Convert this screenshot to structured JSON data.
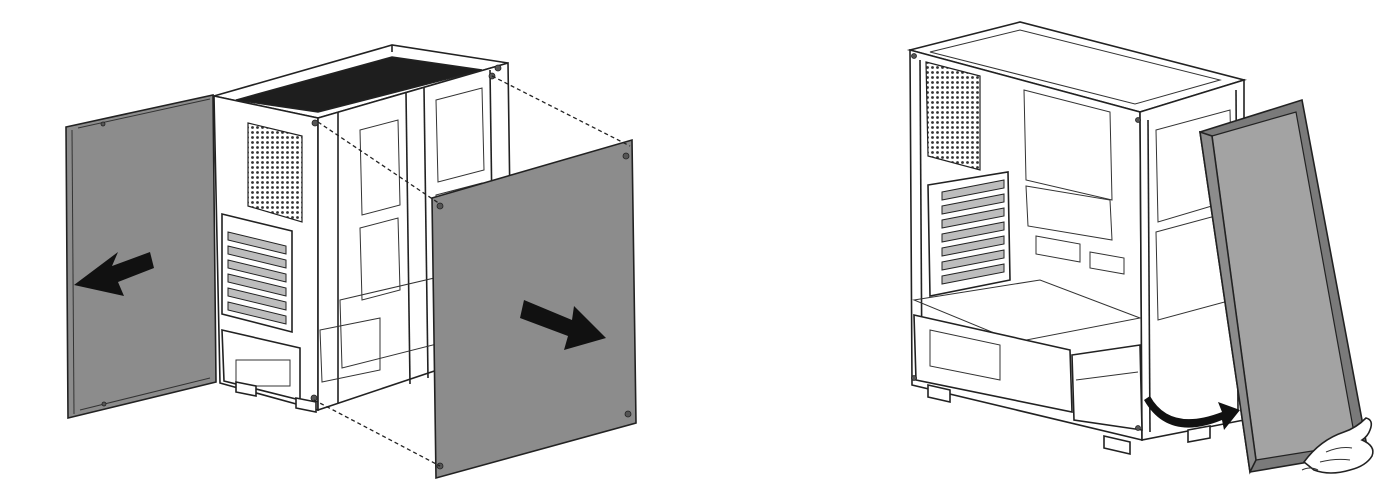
{
  "figures": [
    {
      "id": "panel-removal-slide",
      "step": "remove-both-side-panels-by-sliding-outward",
      "icons": [
        "left-arrow-icon",
        "right-arrow-icon",
        "alignment-dashes"
      ]
    },
    {
      "id": "glass-panel-removal-swing",
      "step": "swing-front-side-panel-open-by-hand",
      "icons": [
        "curved-arrow-icon",
        "hand-icon"
      ]
    }
  ],
  "colors": {
    "line": "#222222",
    "panel": "#8c8c8c",
    "top": "#1e1e1e",
    "background": "#ffffff"
  }
}
